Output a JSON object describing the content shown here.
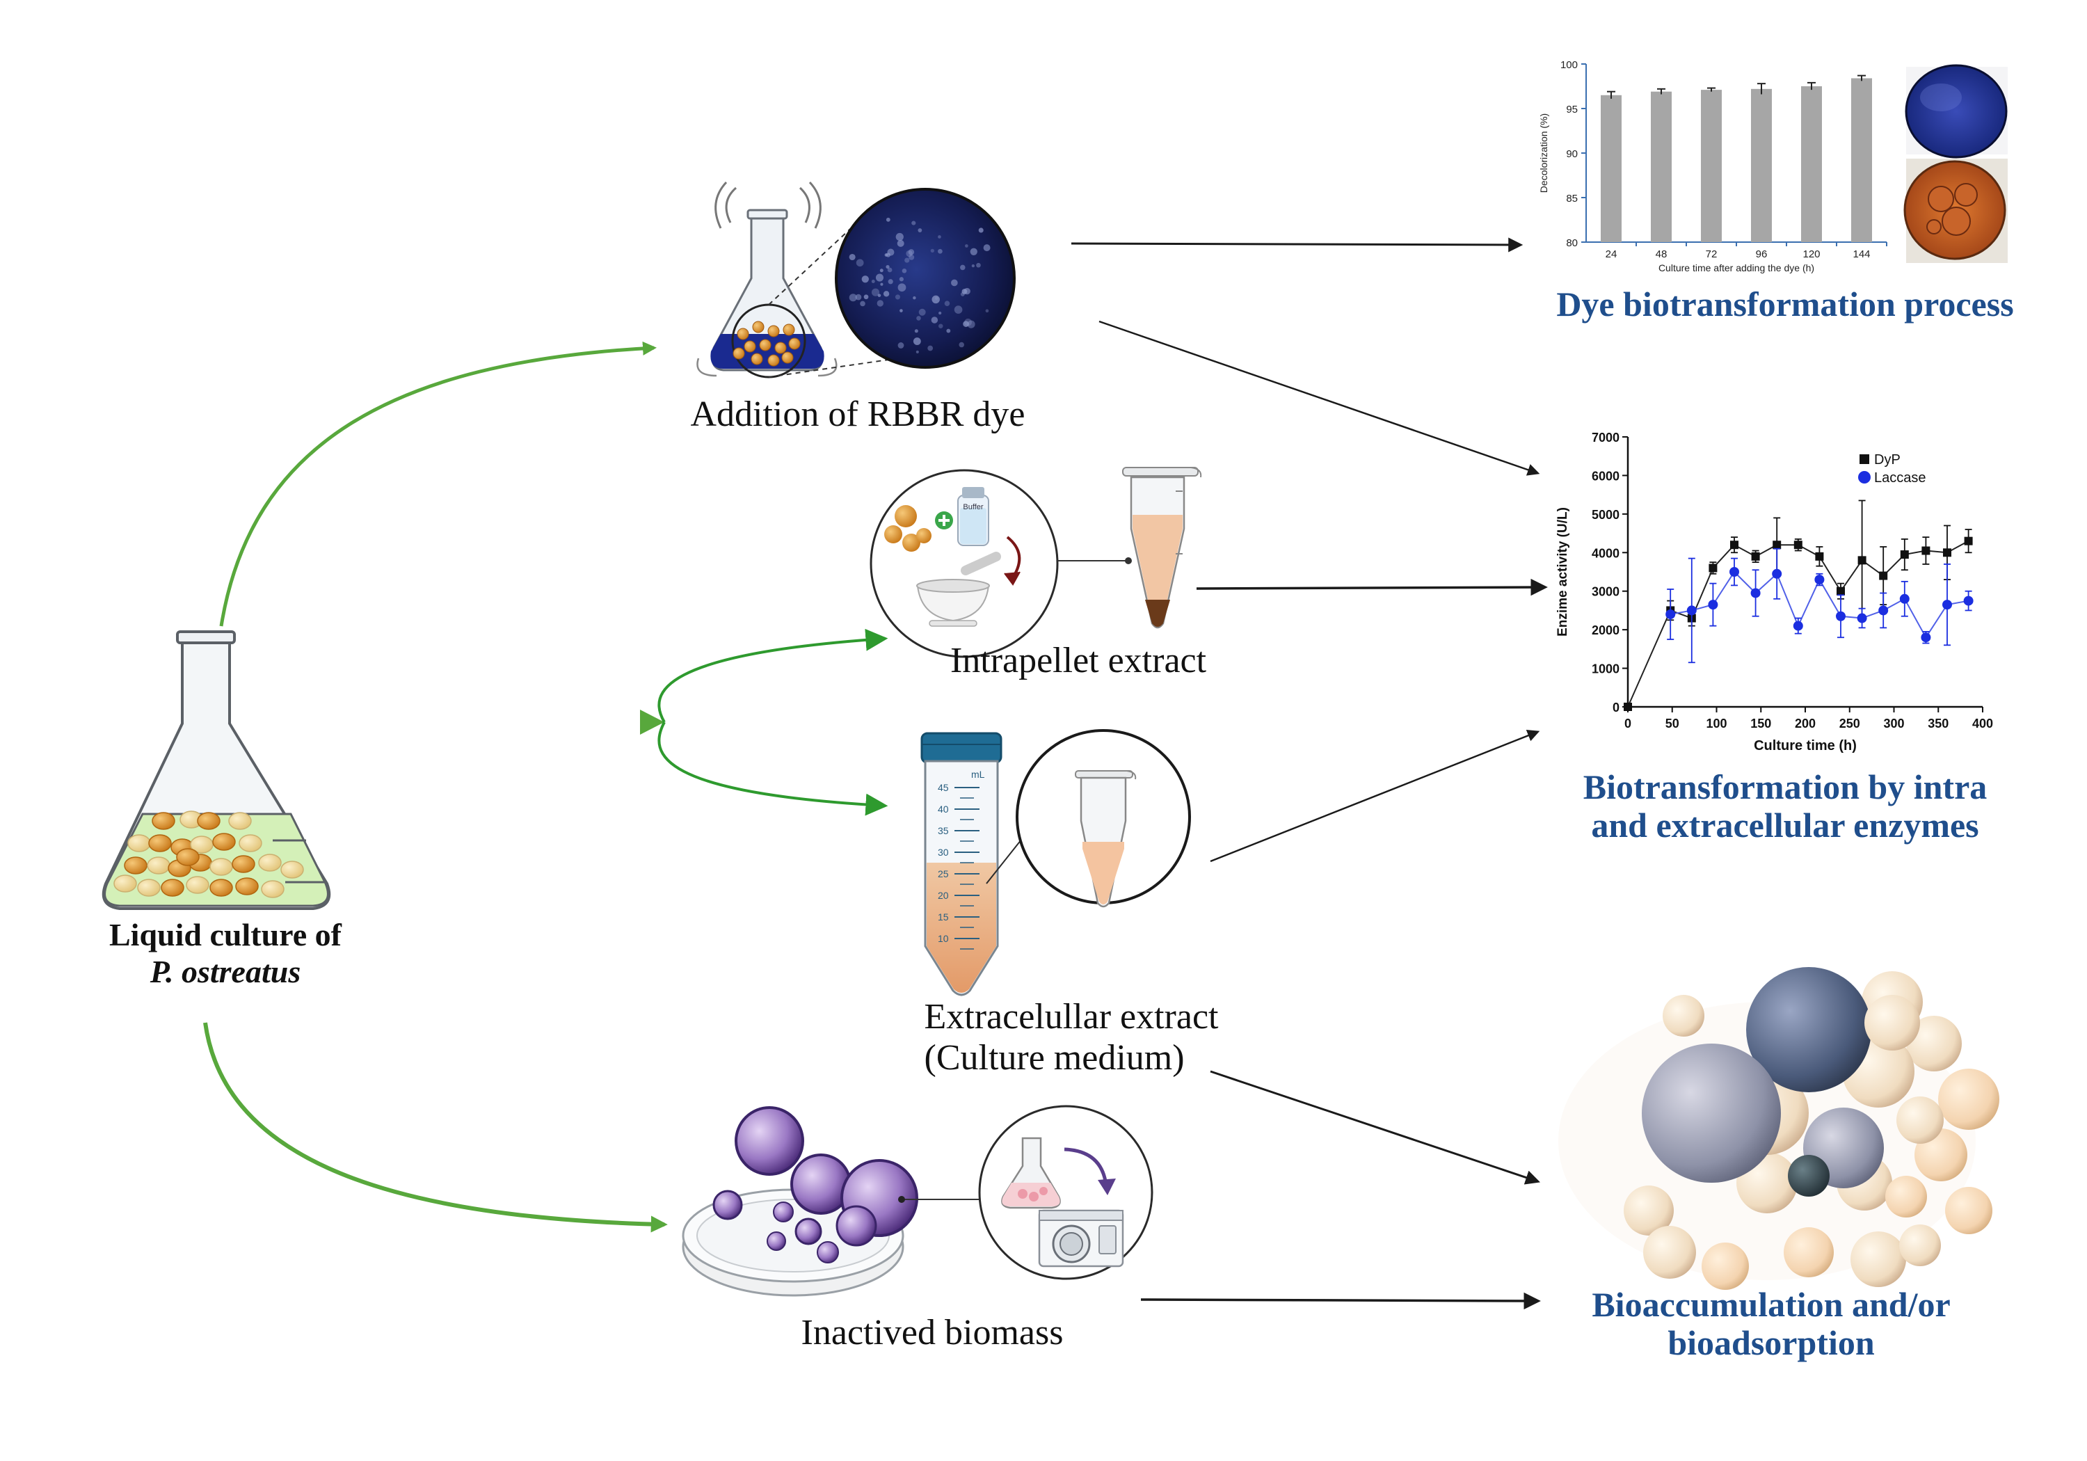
{
  "labels": {
    "liquid_culture_line1": "Liquid culture of",
    "liquid_culture_line2": "P. ostreatus",
    "addition_rbbr": "Addition of RBBR dye",
    "intrapellet": "Intrapellet extract",
    "extracellular_line1": "Extracelullar extract",
    "extracellular_line2": "(Culture medium)",
    "inactived_biomass": "Inactived biomass",
    "buffer": "Buffer",
    "ml_unit": "mL"
  },
  "outcomes": {
    "dye_process": "Dye biotransformation process",
    "enzymes_line1": "Biotransformation by intra",
    "enzymes_line2": "and extracellular enzymes",
    "bioaccum_line1": "Bioaccumulation and/or",
    "bioaccum_line2": "bioadsorption"
  },
  "tube_scale": [
    "45",
    "40",
    "35",
    "30",
    "25",
    "20",
    "15",
    "10"
  ],
  "colors": {
    "green_arrow": "#58a83c",
    "black_arrow": "#1a1a1a",
    "title_blue": "#1f4e8c",
    "dyp": "#111111",
    "laccase": "#1b2ee0",
    "bar": "#a6a6a6",
    "culture_medium": "#d4f0b8",
    "pellet": "#e39a2e",
    "extract": "#e8a070",
    "biomass": "#8a64b0"
  },
  "chart_data": [
    {
      "type": "bar",
      "categories": [
        "24",
        "48",
        "72",
        "96",
        "120",
        "144"
      ],
      "values": [
        96.5,
        96.9,
        97.1,
        97.2,
        97.5,
        98.4
      ],
      "errors": [
        0.4,
        0.3,
        0.2,
        0.6,
        0.4,
        0.3
      ],
      "xlabel": "Culture time after adding the dye (h)",
      "ylabel": "Decolorization (%)",
      "ylim": [
        80,
        100
      ],
      "yticks": [
        "80",
        "85",
        "90",
        "95",
        "100"
      ]
    },
    {
      "type": "line",
      "xlabel": "Culture time (h)",
      "ylabel": "Enzime activity (U/L)",
      "xlim": [
        0,
        400
      ],
      "ylim": [
        0,
        7000
      ],
      "xticks": [
        "0",
        "50",
        "100",
        "150",
        "200",
        "250",
        "300",
        "350",
        "400"
      ],
      "yticks": [
        "0",
        "1000",
        "2000",
        "3000",
        "4000",
        "5000",
        "6000",
        "7000"
      ],
      "legend_position": "top-right",
      "series": [
        {
          "name": "DyP",
          "marker": "square",
          "x": [
            0,
            48,
            72,
            96,
            120,
            144,
            168,
            192,
            216,
            240,
            264,
            288,
            312,
            336,
            360,
            384
          ],
          "y": [
            0,
            2500,
            2300,
            3600,
            4200,
            3900,
            4200,
            4200,
            3900,
            3000,
            3800,
            3400,
            3950,
            4050,
            4000,
            4300
          ],
          "err": [
            0,
            250,
            200,
            150,
            200,
            150,
            700,
            150,
            250,
            200,
            1550,
            750,
            400,
            350,
            700,
            300
          ]
        },
        {
          "name": "Laccase",
          "marker": "circle",
          "x": [
            48,
            72,
            96,
            120,
            144,
            168,
            192,
            216,
            240,
            264,
            288,
            312,
            336,
            360,
            384
          ],
          "y": [
            2400,
            2500,
            2650,
            3500,
            2950,
            3450,
            2100,
            3300,
            2350,
            2300,
            2500,
            2800,
            1800,
            2650,
            2750
          ],
          "err": [
            650,
            1350,
            550,
            350,
            600,
            650,
            200,
            150,
            550,
            250,
            450,
            450,
            150,
            1050,
            250
          ]
        }
      ]
    }
  ]
}
